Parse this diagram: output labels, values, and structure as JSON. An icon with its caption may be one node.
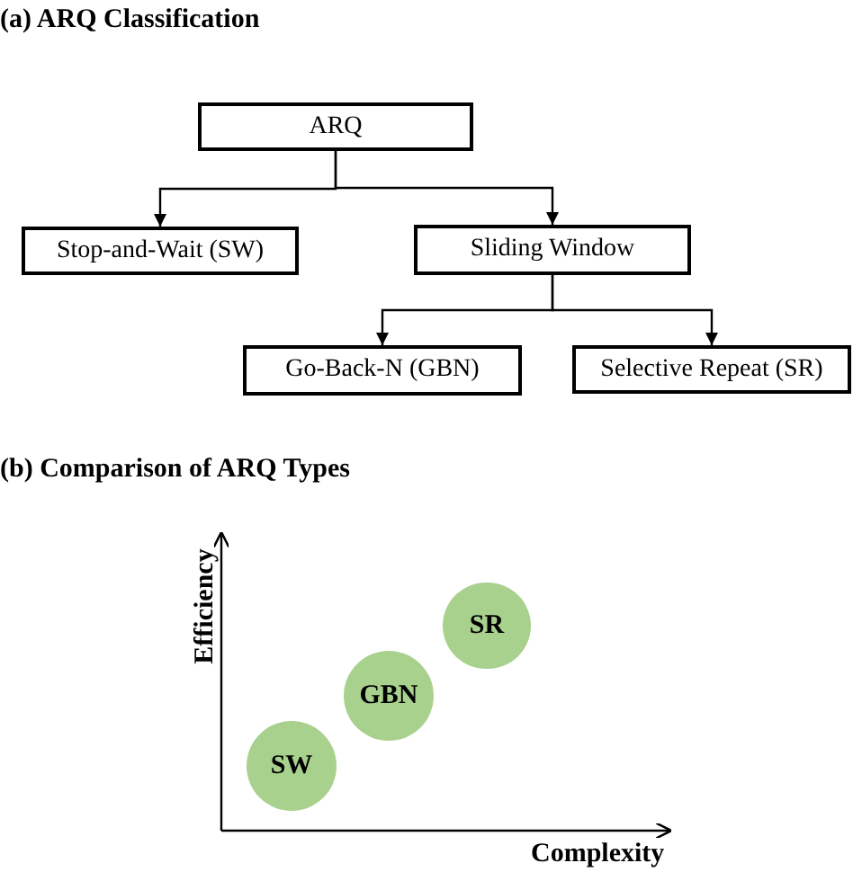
{
  "diagram": {
    "nodes": [
      {
        "text": [
          "ARQ"
        ]
      },
      {
        "text": [
          "Stop-and-Wait (SW)"
        ]
      },
      {
        "text": [
          "Sliding Window"
        ]
      },
      {
        "text": [
          "Go-Back-N (GBN)"
        ]
      },
      {
        "text": [
          "Selective Repeat (SR)"
        ]
      },
      {
        "text": [
          "SW"
        ]
      },
      {
        "text": [
          "GBN"
        ]
      },
      {
        "text": [
          "SR"
        ]
      }
    ],
    "edges": [
      {
        "from": 0,
        "to": 1,
        "arrow": "to"
      },
      {
        "from": 0,
        "to": 2,
        "arrow": "to"
      },
      {
        "from": 2,
        "to": 3,
        "arrow": "to"
      },
      {
        "from": 2,
        "to": 4,
        "arrow": "to"
      }
    ],
    "labels": [
      "(a) ARQ Classification",
      "(b) Comparison of ARQ Types",
      "Efficiency",
      "Complexity"
    ]
  }
}
